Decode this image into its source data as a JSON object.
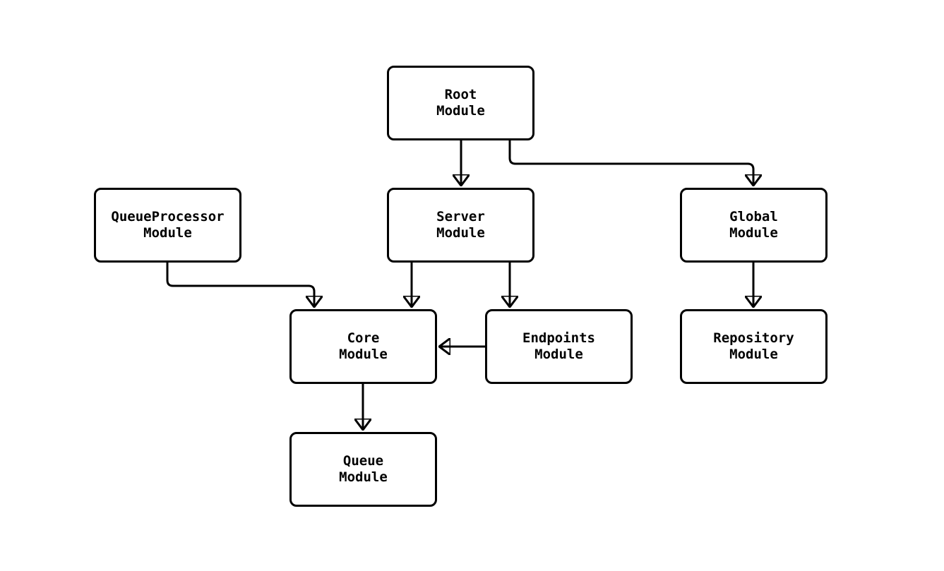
{
  "diagram": {
    "type": "module-dependency-diagram",
    "background_color": "#ffffff",
    "line_color": "#000000",
    "box_fill_color": "#ffffff",
    "box_border_color": "#000000",
    "nodes": {
      "root": {
        "line1": "Root",
        "line2": "Module"
      },
      "queueprocessor": {
        "line1": "QueueProcessor",
        "line2": "Module"
      },
      "server": {
        "line1": "Server",
        "line2": "Module"
      },
      "global": {
        "line1": "Global",
        "line2": "Module"
      },
      "core": {
        "line1": "Core",
        "line2": "Module"
      },
      "endpoints": {
        "line1": "Endpoints",
        "line2": "Module"
      },
      "repository": {
        "line1": "Repository",
        "line2": "Module"
      },
      "queue": {
        "line1": "Queue",
        "line2": "Module"
      }
    },
    "edges": [
      {
        "from": "Root Module",
        "to": "Server Module"
      },
      {
        "from": "Root Module",
        "to": "Global Module"
      },
      {
        "from": "Server Module",
        "to": "Core Module"
      },
      {
        "from": "Server Module",
        "to": "Endpoints Module"
      },
      {
        "from": "QueueProcessor Module",
        "to": "Core Module"
      },
      {
        "from": "Endpoints Module",
        "to": "Core Module"
      },
      {
        "from": "Global Module",
        "to": "Repository Module"
      },
      {
        "from": "Core Module",
        "to": "Queue Module"
      }
    ]
  }
}
